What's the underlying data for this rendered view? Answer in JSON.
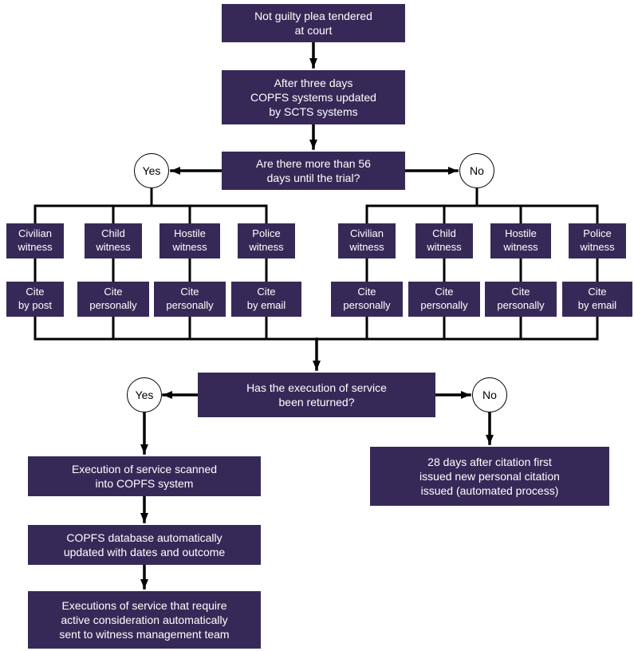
{
  "colors": {
    "box": "#372957",
    "box_text": "#ffffff",
    "line": "#000000",
    "bg": "#ffffff"
  },
  "nodes": {
    "start": "Not guilty plea tendered\nat court",
    "update": "After three days\nCOPFS systems updated\nby SCTS systems",
    "decision1": "Are there more than 56\ndays until the trial?",
    "yes1": "Yes",
    "no1": "No",
    "left_branch": [
      {
        "witness": "Civilian\nwitness",
        "cite": "Cite\nby post"
      },
      {
        "witness": "Child\nwitness",
        "cite": "Cite\npersonally"
      },
      {
        "witness": "Hostile\nwitness",
        "cite": "Cite\npersonally"
      },
      {
        "witness": "Police\nwitness",
        "cite": "Cite\nby email"
      }
    ],
    "right_branch": [
      {
        "witness": "Civilian\nwitness",
        "cite": "Cite\npersonally"
      },
      {
        "witness": "Child\nwitness",
        "cite": "Cite\npersonally"
      },
      {
        "witness": "Hostile\nwitness",
        "cite": "Cite\npersonally"
      },
      {
        "witness": "Police\nwitness",
        "cite": "Cite\nby email"
      }
    ],
    "decision2": "Has the execution of service\nbeen returned?",
    "yes2": "Yes",
    "no2": "No",
    "scan": "Execution of service scanned\ninto COPFS system",
    "db_update": "COPFS database automatically\nupdated with dates and outcome",
    "active_consideration": "Executions of service that require\nactive consideration automatically\nsent to witness management team",
    "reissue": "28 days after citation first\nissued new personal citation\nissued (automated process)"
  }
}
